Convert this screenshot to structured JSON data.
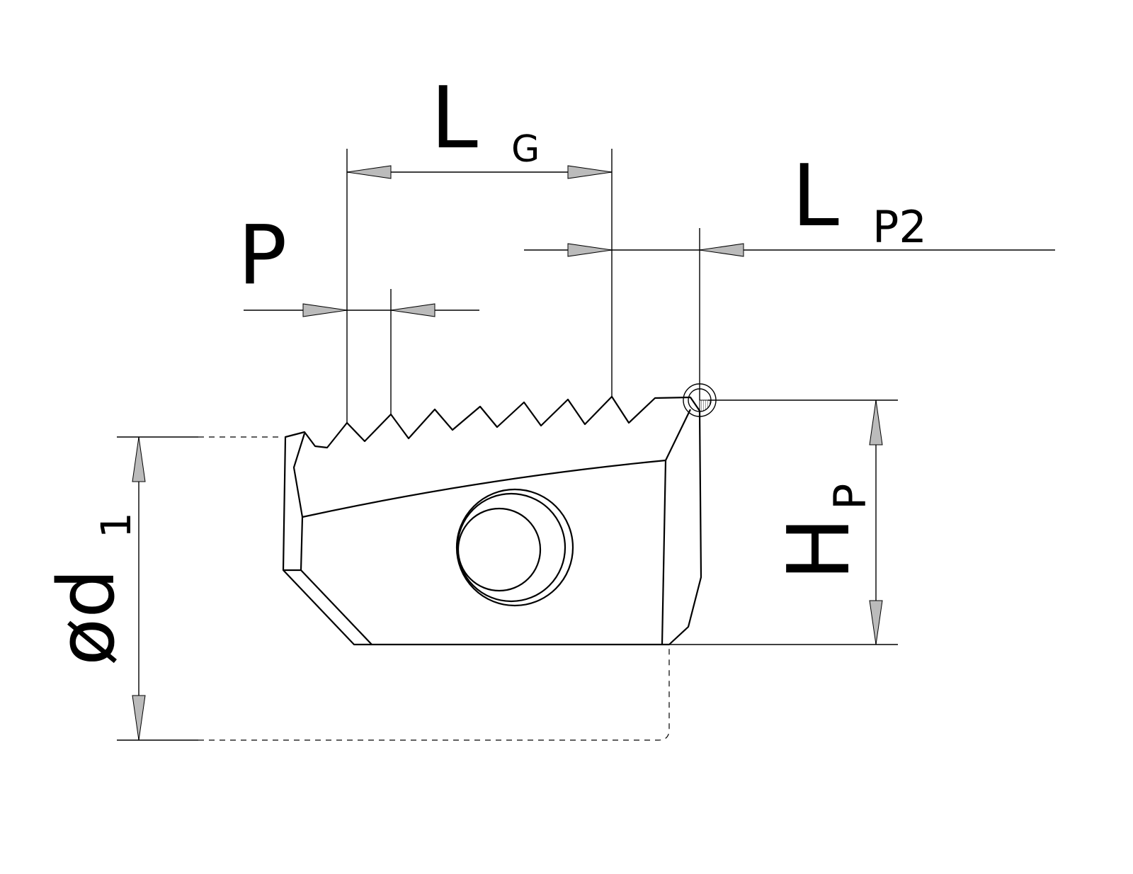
{
  "labels": {
    "lg_main": "L",
    "lg_sub": "G",
    "pitch": "P",
    "lp2_main": "L",
    "lp2_sub": "P2",
    "hp_main": "H",
    "hp_sub": "P",
    "d1_main": "ød",
    "d1_sub": "1"
  }
}
